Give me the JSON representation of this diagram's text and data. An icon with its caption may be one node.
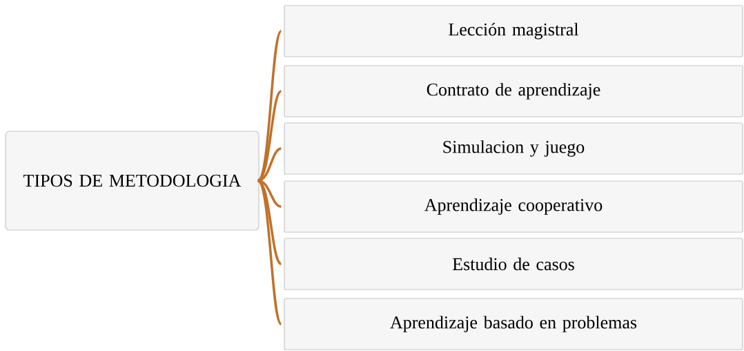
{
  "diagram": {
    "nodes": [
      {
        "text": [
          "TIPOS DE METODOLOGIA"
        ]
      },
      {
        "text": [
          "Lección magistral"
        ]
      },
      {
        "text": [
          "Contrato de aprendizaje"
        ]
      },
      {
        "text": [
          "Simulacion y juego"
        ]
      },
      {
        "text": [
          "Aprendizaje cooperativo"
        ]
      },
      {
        "text": [
          "Estudio de casos"
        ]
      },
      {
        "text": [
          "Aprendizaje basado en problemas"
        ]
      }
    ],
    "edges": [
      {
        "from": 0,
        "to": 1,
        "arrow": "none"
      },
      {
        "from": 0,
        "to": 2,
        "arrow": "none"
      },
      {
        "from": 0,
        "to": 3,
        "arrow": "none"
      },
      {
        "from": 0,
        "to": 4,
        "arrow": "none"
      },
      {
        "from": 0,
        "to": 5,
        "arrow": "none"
      },
      {
        "from": 0,
        "to": 6,
        "arrow": "none"
      }
    ]
  }
}
